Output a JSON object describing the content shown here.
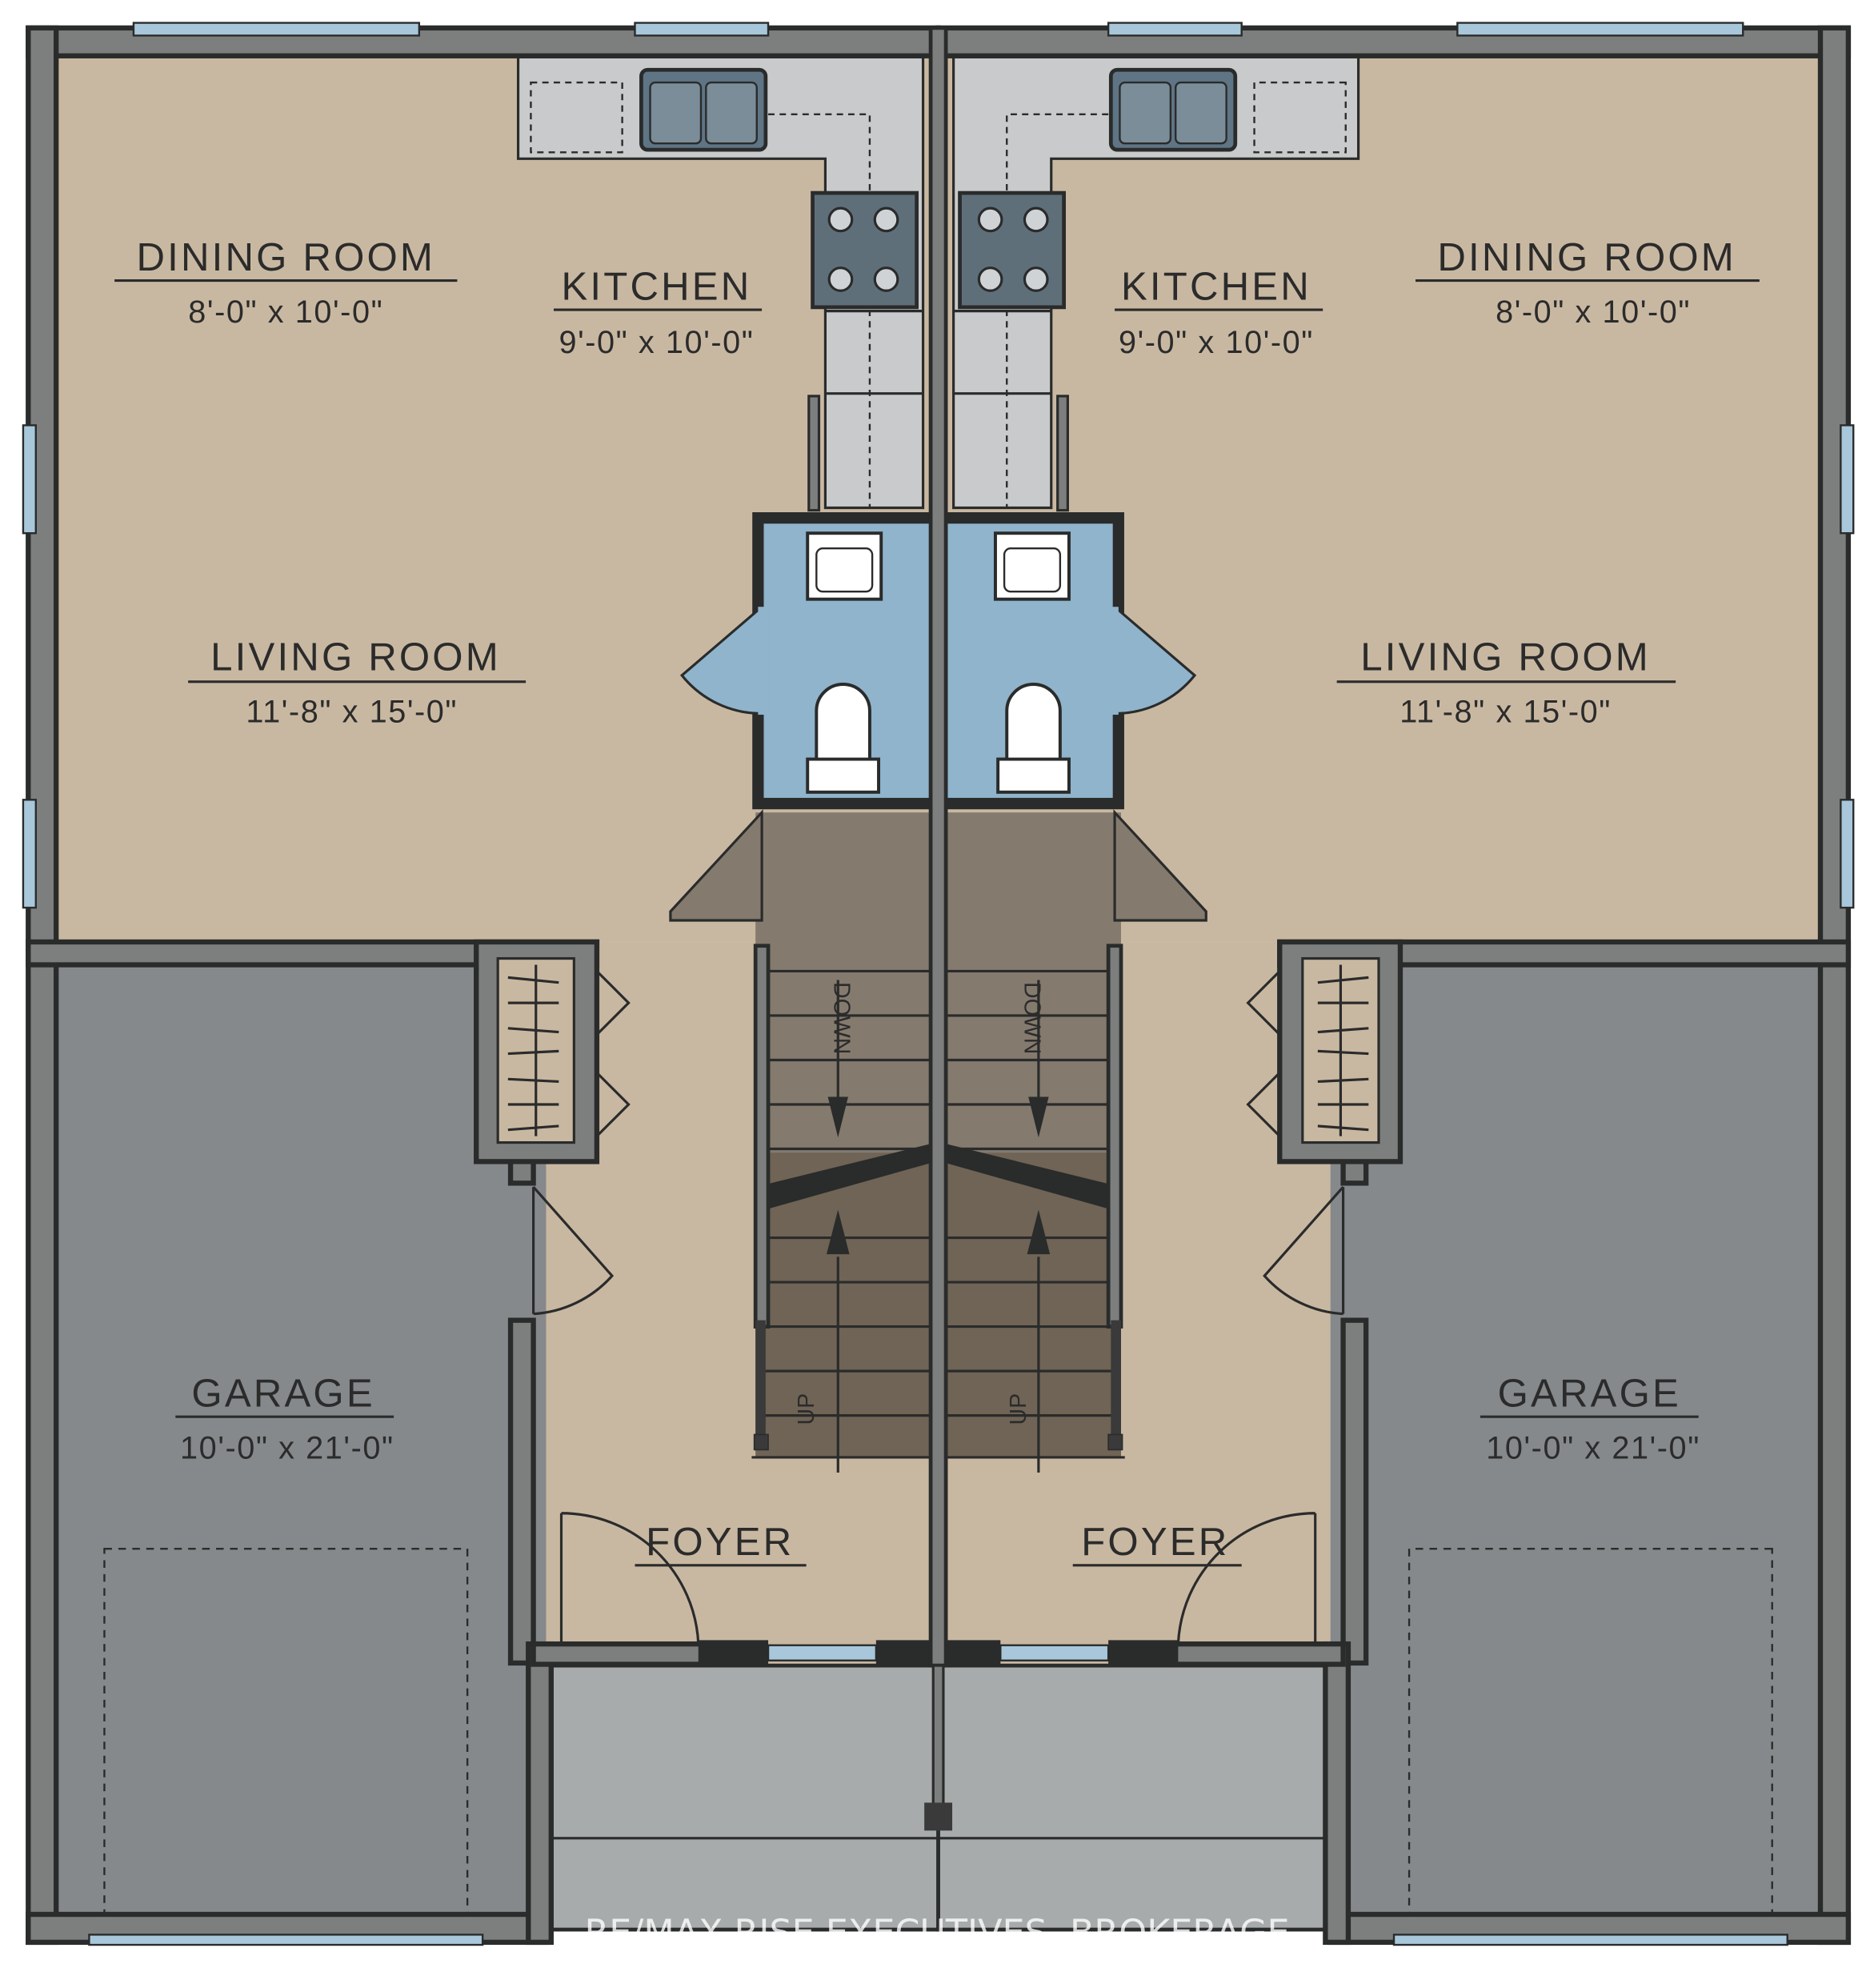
{
  "units": [
    {
      "side": "left",
      "rooms": {
        "dining": {
          "name": "DINING ROOM",
          "dims": "8'-0\" x 10'-0\""
        },
        "kitchen": {
          "name": "KITCHEN",
          "dims": "9'-0\" x 10'-0\""
        },
        "living": {
          "name": "LIVING ROOM",
          "dims": "11'-8\" x 15'-0\""
        },
        "garage": {
          "name": "GARAGE",
          "dims": "10'-0\" x 21'-0\""
        },
        "foyer": {
          "name": "FOYER"
        }
      },
      "stairs": {
        "down": "DOWN",
        "up": "UP"
      }
    },
    {
      "side": "right",
      "rooms": {
        "dining": {
          "name": "DINING ROOM",
          "dims": "8'-0\" x 10'-0\""
        },
        "kitchen": {
          "name": "KITCHEN",
          "dims": "9'-0\" x 10'-0\""
        },
        "living": {
          "name": "LIVING ROOM",
          "dims": "11'-8\" x 15'-0\""
        },
        "garage": {
          "name": "GARAGE",
          "dims": "10'-0\" x 21'-0\""
        },
        "foyer": {
          "name": "FOYER"
        }
      },
      "stairs": {
        "down": "DOWN",
        "up": "UP"
      }
    }
  ],
  "watermark": "RE/MAX RISE EXECUTIVES, BROKERAGE",
  "colors": {
    "floor": "#c9b8a1",
    "garage": "#86898b",
    "bath": "#8fb4cc",
    "porch": "#a8abab",
    "wall": "#2a2b2b",
    "window": "#a8c7da"
  }
}
